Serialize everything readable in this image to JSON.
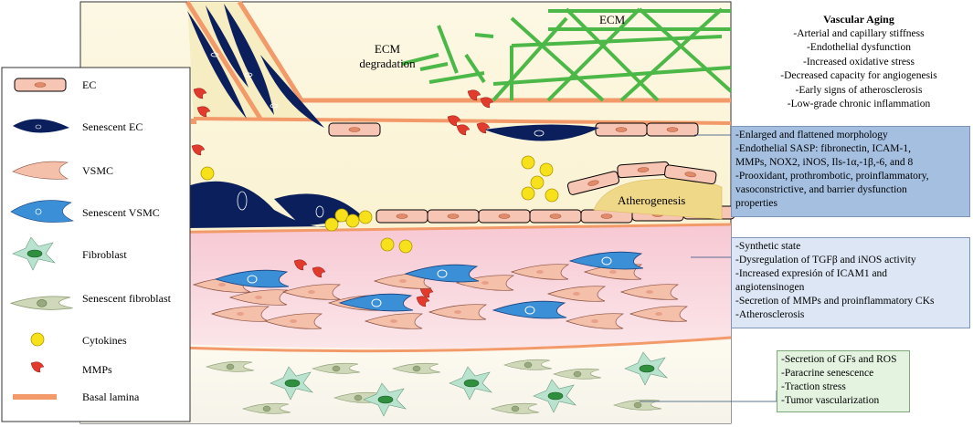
{
  "legend": {
    "items": [
      {
        "key": "ec",
        "label": "EC"
      },
      {
        "key": "senescent_ec",
        "label": "Senescent EC"
      },
      {
        "key": "vsmc",
        "label": "VSMC"
      },
      {
        "key": "senescent_vsmc",
        "label": "Senescent VSMC"
      },
      {
        "key": "fibroblast",
        "label": "Fibroblast"
      },
      {
        "key": "senescent_fibroblast",
        "label": "Senescent fibroblast"
      },
      {
        "key": "cytokines",
        "label": "Cytokines"
      },
      {
        "key": "mmps",
        "label": "MMPs"
      },
      {
        "key": "basal_lamina",
        "label": "Basal lamina"
      }
    ]
  },
  "diagram": {
    "ecm_degradation_label": "ECM degradation",
    "ecm_label": "ECM",
    "atherogenesis_label": "Atherogenesis"
  },
  "vascular_aging": {
    "title": "Vascular Aging",
    "lines": [
      "-Arterial and capillary stiffness",
      "-Endothelial dysfunction",
      "-Increased oxidative stress",
      "-Decreased capacity for angiogenesis",
      "-Early signs of atherosclerosis",
      "-Low-grade chronic inflammation"
    ]
  },
  "boxes": {
    "ec_box": {
      "color": "#a4bfe0",
      "lines": [
        "-Enlarged and flattened morphology",
        "-Endothelial SASP: fibronectin, ICAM-1,",
        "MMPs, NOX2, iNOS, Ils-1α,-1β,-6, and 8",
        "-Prooxidant, prothrombotic, proinflammatory,",
        "vasoconstrictive, and barrier dysfunction",
        "properties"
      ]
    },
    "vsmc_box": {
      "color": "#dce6f4",
      "lines": [
        "-Synthetic state",
        "-Dysregulation of TGFβ and iNOS activity",
        "-Increased expresión of ICAM1 and",
        "angiotensinogen",
        "-Secretion of MMPs and proinflammatory CKs",
        "-Atherosclerosis"
      ]
    },
    "fibroblast_box": {
      "color": "#e3f3e0",
      "lines": [
        "-Secretion of GFs and ROS",
        "-Paracrine senescence",
        "-Traction stress",
        "-Tumor vascularization"
      ]
    }
  },
  "colors": {
    "ec_fill": "#f7c5b3",
    "senescent_ec_fill": "#0b1f5c",
    "vsmc_fill": "#f5c0aa",
    "senescent_vsmc_fill": "#3a8fd6",
    "fibroblast_fill": "#b9e3cf",
    "senescent_fibroblast_fill": "#cfd8b8",
    "cytokine_fill": "#f7e11a",
    "mmp_fill": "#e23b2e",
    "basal_lamina": "#f39a6a",
    "ecm_green": "#4cb847",
    "lumen_bg": "#fbf5dc",
    "media_bg": "#f8d4dc",
    "adventitia_bg": "#fbf9ee"
  }
}
